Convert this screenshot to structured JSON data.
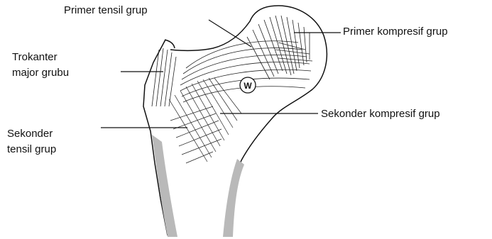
{
  "labels": {
    "primer_tensil": "Primer tensil grup",
    "primer_kompresif": "Primer kompresif grup",
    "trokanter_line1": "Trokanter",
    "trokanter_line2": "major grubu",
    "sekonder_kompresif": "Sekonder kompresif grup",
    "sekonder_tensil_line1": "Sekonder",
    "sekonder_tensil_line2": "tensil grup",
    "ward_marker": "W"
  },
  "colors": {
    "ink": "#111111",
    "cortex": "#b9b9b9",
    "trabecula": "#222222",
    "background": "#ffffff"
  }
}
